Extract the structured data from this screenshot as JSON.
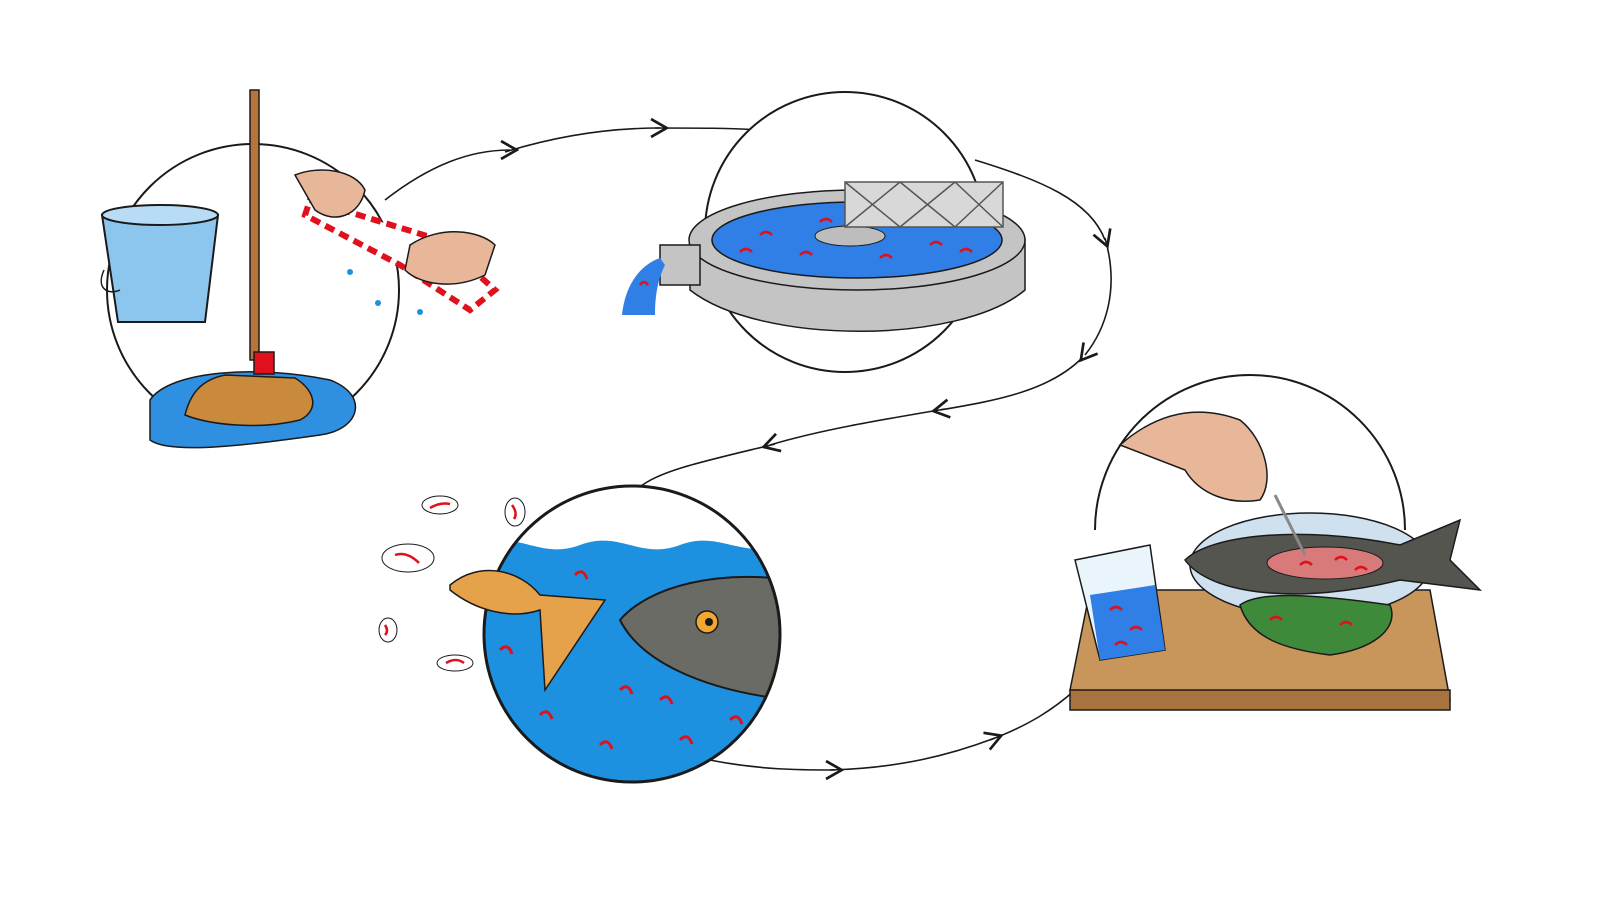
{
  "colors": {
    "outline": "#1a1a1a",
    "water": "#1e90e0",
    "water_light": "#6fb8ea",
    "microplastic": "#e0101c",
    "skin": "#e8b79a",
    "mop": "#c98a3c",
    "tank": "#c4c4c4",
    "fish_gray": "#6b6b66",
    "fish_orange": "#e6a24a",
    "board": "#c8955a",
    "lettuce": "#3f8a3a"
  },
  "icons": [
    "mop-bucket-scene",
    "wastewater-treatment-scene",
    "fish-eating-scene",
    "dinner-plate-scene"
  ]
}
